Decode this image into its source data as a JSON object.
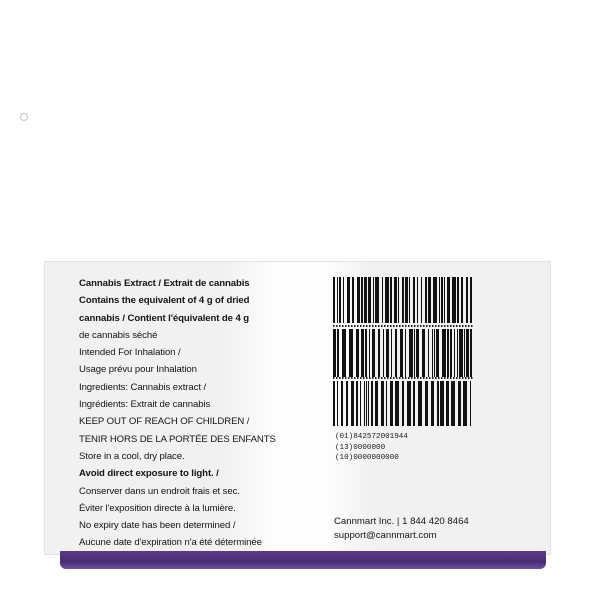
{
  "label": {
    "lines": [
      {
        "text": "Cannabis Extract / Extrait de cannabis",
        "bold": true
      },
      {
        "text": "Contains the equivalent of 4 g of dried",
        "bold": true
      },
      {
        "text": "cannabis / Contient l'équivalent de 4 g",
        "bold": true
      },
      {
        "text": "de cannabis séché",
        "bold": false
      },
      {
        "text": "Intended For Inhalation /",
        "bold": false
      },
      {
        "text": "Usage prévu pour Inhalation",
        "bold": false
      },
      {
        "text": "Ingredients: Cannabis extract /",
        "bold": false
      },
      {
        "text": "Ingrédients: Extrait de cannabis",
        "bold": false
      },
      {
        "text": "KEEP OUT OF REACH OF CHILDREN /",
        "bold": false
      },
      {
        "text": "TENIR HORS DE LA PORTÉE DES ENFANTS",
        "bold": false
      },
      {
        "text": "Store in a cool, dry place.",
        "bold": false
      },
      {
        "text": "Avoid direct exposure to light. /",
        "bold": true
      },
      {
        "text": "Conserver dans un endroit frais et sec.",
        "bold": false
      },
      {
        "text": "Éviter l'exposition directe à la lumière.",
        "bold": false
      },
      {
        "text": "No expiry date has been determined /",
        "bold": false
      },
      {
        "text": "Aucune date d'expiration n'a été déterminée",
        "bold": false
      }
    ],
    "codes": [
      "(01)842572001944",
      "(13)0000000",
      "(10)0000000000"
    ],
    "company": "Cannmart Inc. | 1 844 420 8464",
    "support": "support@cannmart.com",
    "barcode_icon": "gs1-databar-barcode"
  }
}
